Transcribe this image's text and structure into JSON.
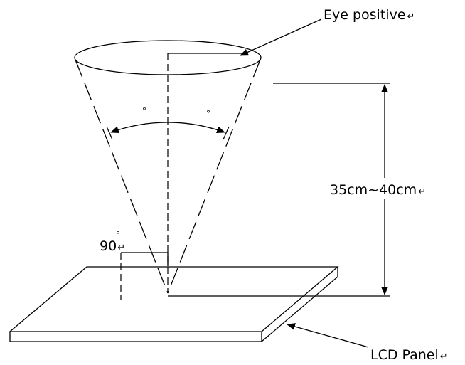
{
  "labels": {
    "eye_position": "Eye positive",
    "distance": "35cm~40cm",
    "right_angle": "90",
    "degree_mark": "°",
    "panel": "LCD Panel",
    "return_mark": "↵"
  }
}
